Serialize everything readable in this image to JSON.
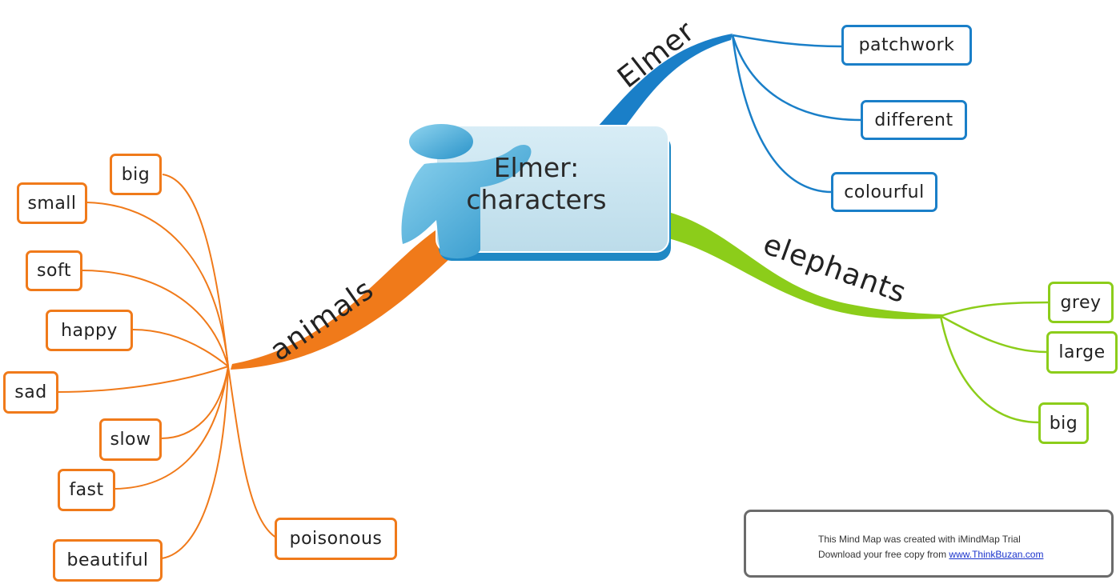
{
  "central": {
    "title_line1": "Elmer:",
    "title_line2": "characters"
  },
  "branches": {
    "elmer": {
      "label": "Elmer",
      "color": "#1a7fc8",
      "items": [
        "patchwork",
        "different",
        "colourful"
      ]
    },
    "elephants": {
      "label": "elephants",
      "color": "#8ccd1a",
      "items": [
        "grey",
        "large",
        "big"
      ]
    },
    "animals": {
      "label": "animals",
      "color": "#f07a1a",
      "items": [
        "big",
        "small",
        "soft",
        "happy",
        "sad",
        "slow",
        "fast",
        "beautiful",
        "poisonous"
      ]
    }
  },
  "trial": {
    "line1": "This Mind Map was created with iMindMap Trial",
    "line2_prefix": "Download your free copy from ",
    "link": "www.ThinkBuzan.com"
  },
  "icons": {
    "central": "person-pointing-board-icon",
    "trial_logo": "imindmap-logo-icon"
  }
}
